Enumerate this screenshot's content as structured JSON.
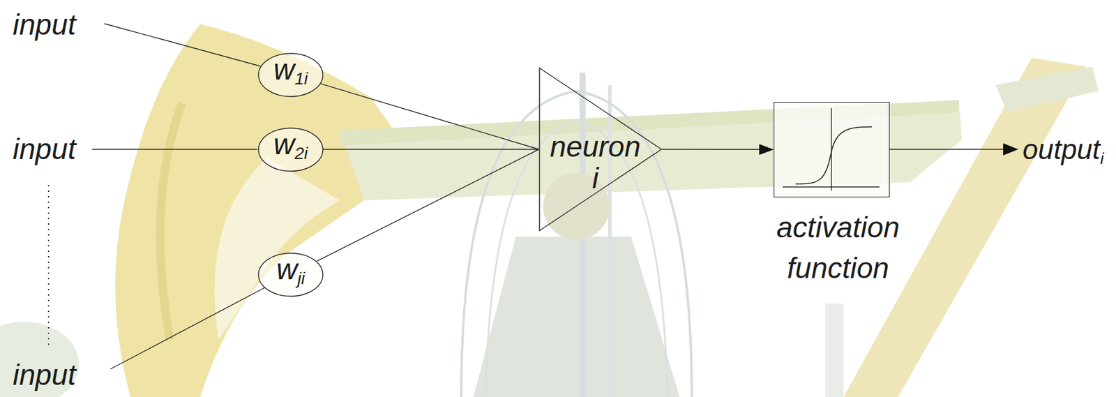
{
  "diagram": {
    "nodes": [
      {
        "text": [
          "w1i"
        ]
      },
      {
        "text": [
          "w2i"
        ]
      },
      {
        "text": [
          "wji"
        ]
      },
      {
        "text": [
          "neuron i"
        ]
      },
      {
        "text": [
          "activation function"
        ]
      }
    ],
    "edges": [
      {
        "from": 0,
        "to": 3,
        "arrow": "none"
      },
      {
        "from": 1,
        "to": 3,
        "arrow": "none"
      },
      {
        "from": 2,
        "to": 3,
        "arrow": "none"
      },
      {
        "from": 3,
        "to": 4,
        "arrow": "to"
      }
    ],
    "labels": [
      "input",
      "input",
      "input",
      "outputi"
    ]
  }
}
